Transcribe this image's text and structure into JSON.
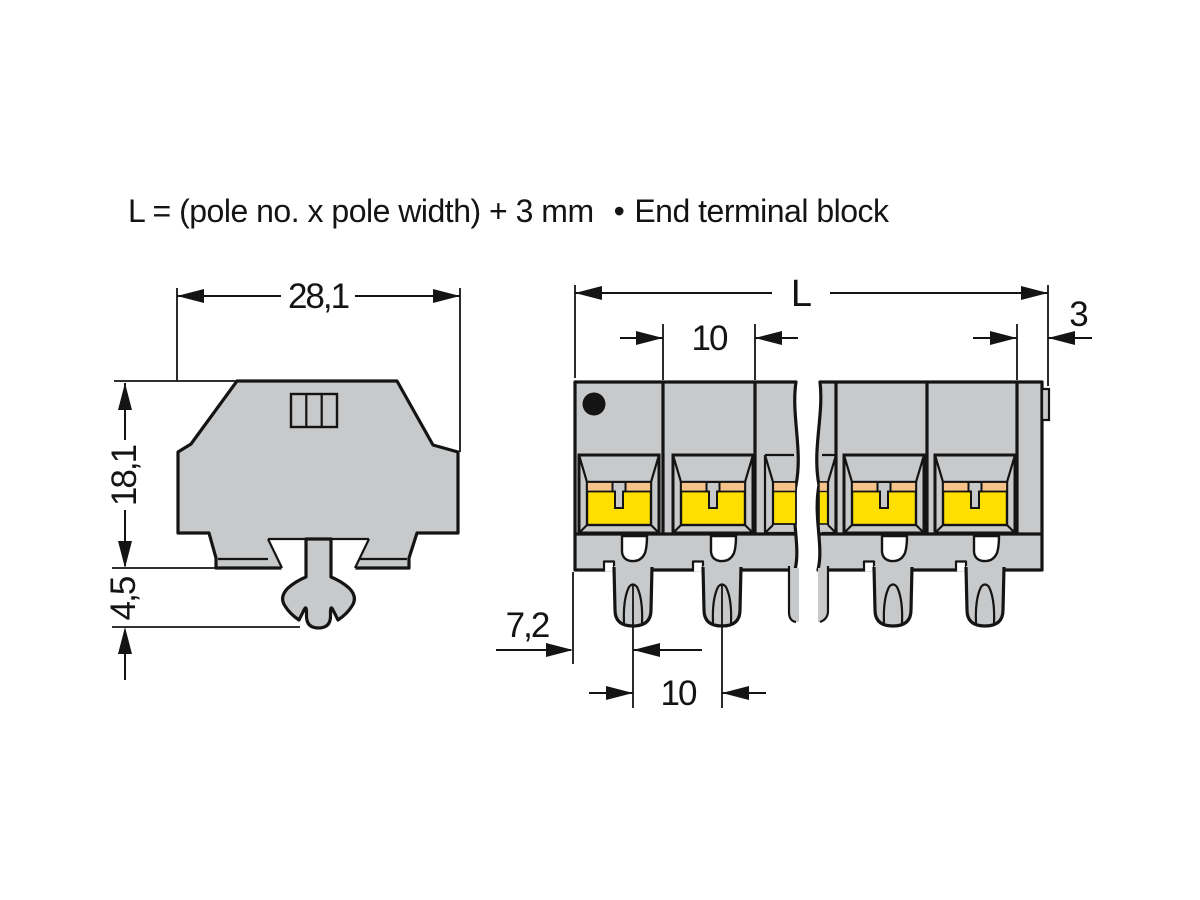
{
  "title": {
    "formula": "L = (pole no. x pole width) + 3 mm",
    "separator": "•",
    "note": "End terminal block"
  },
  "colors": {
    "body_gray": "#c7c9cb",
    "contact_yellow": "#ffdf00",
    "clamp_orange": "#f6c38b",
    "outline": "#141414",
    "background": "#ffffff"
  },
  "side_view": {
    "dims": {
      "width": "28,1",
      "height": "18,1",
      "foot": "4,5"
    }
  },
  "front_view": {
    "dims": {
      "length": "L",
      "pole_width": "10",
      "end_block": "3",
      "foot_offset": "7,2",
      "foot_pitch": "10"
    }
  }
}
